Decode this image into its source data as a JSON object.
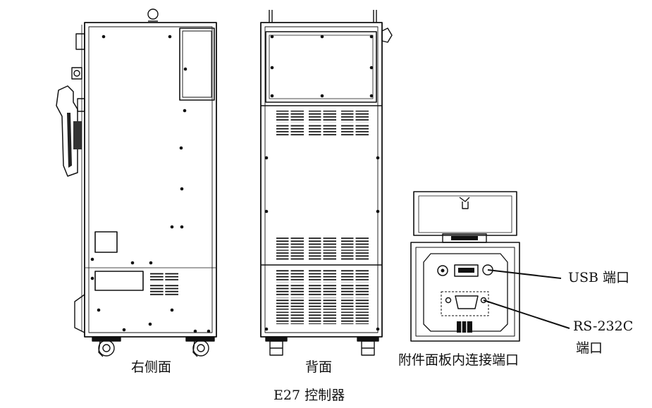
{
  "figure": {
    "caption": "E27 控制器",
    "views": {
      "right_side": "右侧面",
      "back": "背面",
      "panel": "附件面板内连接端口"
    },
    "callouts": {
      "usb": "USB 端口",
      "rs232_line1": "RS-232C",
      "rs232_line2": "端口"
    }
  }
}
